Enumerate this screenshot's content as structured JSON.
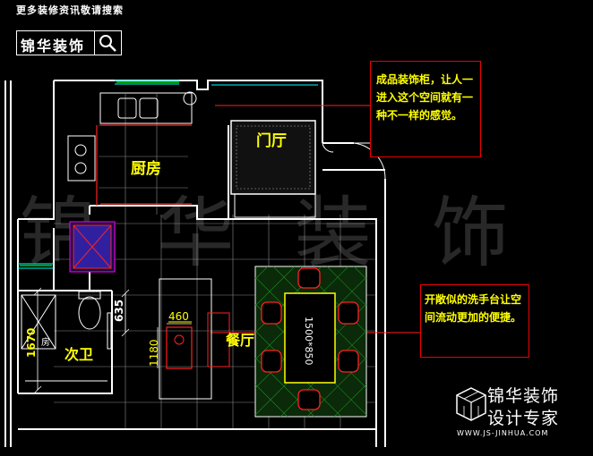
{
  "header": {
    "text": "更多装修资讯敬请搜索"
  },
  "logo": {
    "name": "锦华装饰",
    "icon": "search-icon"
  },
  "watermark": {
    "text": "锦 华 装 饰",
    "color": "#555555"
  },
  "rooms": {
    "kitchen": "厨房",
    "foyer": "门厅",
    "second_bath": "次卫",
    "dining": "餐厅",
    "partial_label": "房"
  },
  "dimensions": {
    "d635": "635",
    "d1670": "1670",
    "d460": "460",
    "d1180": "1180",
    "table_size": "1500*850"
  },
  "notes": {
    "cabinet": "成品装饰柜，让人一进入这个空间就有一种不一样的感觉。",
    "washbasin": "开敞似的洗手台让空间流动更加的便捷。"
  },
  "brand": {
    "line1": "锦华装饰",
    "line2": "设计专家",
    "url": "WWW.JS-JINHUA.COM",
    "icon": "cube-logo-icon"
  },
  "colors": {
    "wall": "#ffffff",
    "grid": "#9a9a9a",
    "accent_red": "#ff2020",
    "label_yellow": "#ffff00",
    "cyan": "#00ffff",
    "green": "#00d000",
    "magenta": "#ff00ff"
  }
}
